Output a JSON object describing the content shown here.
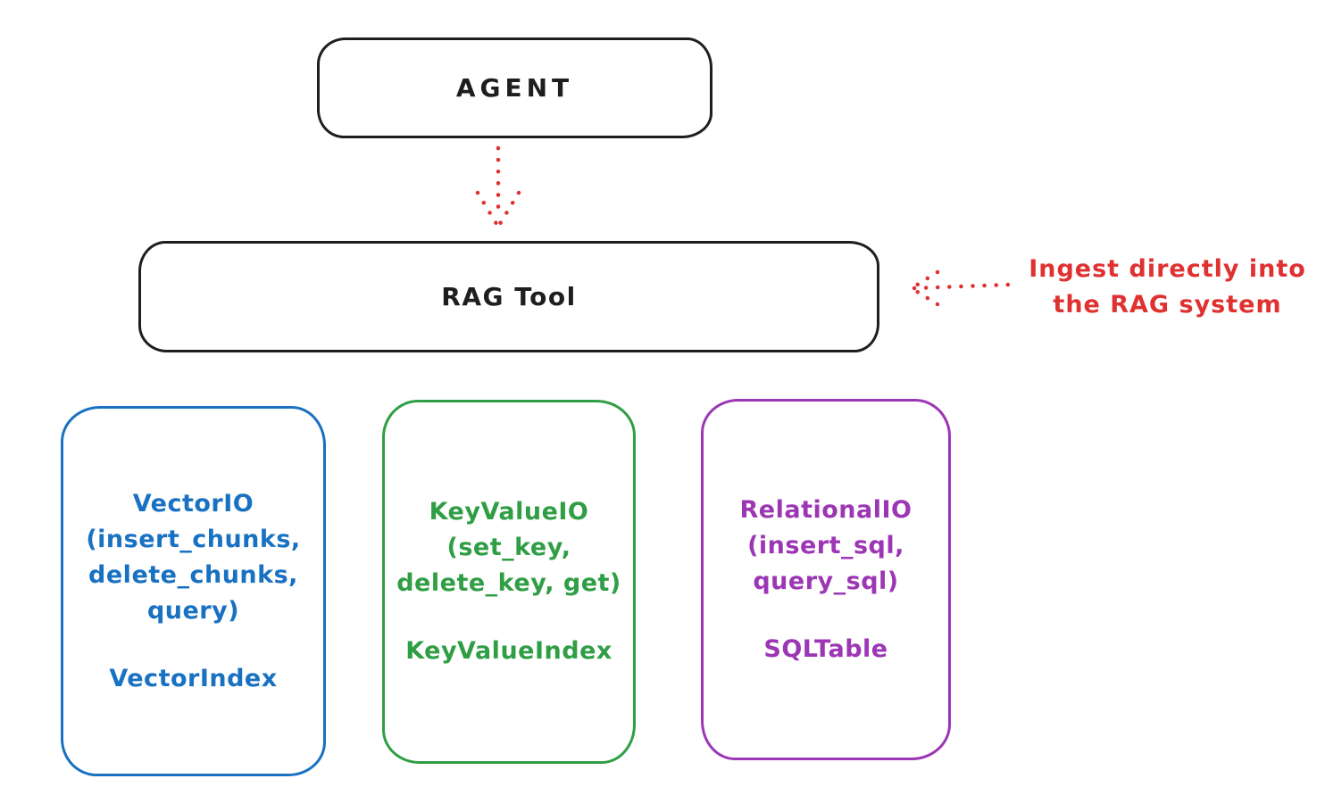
{
  "colors": {
    "stroke_black": "#1e1e1e",
    "accent_red": "#e03131",
    "vector_blue": "#1971c2",
    "keyvalue_green": "#2f9e44",
    "relational_purple": "#9c36b5",
    "background": "#ffffff"
  },
  "agent": {
    "label": "AGENT"
  },
  "rag_tool": {
    "label": "RAG Tool"
  },
  "annotation": {
    "line1": "Ingest directly into",
    "line2": "the RAG system"
  },
  "boxes": {
    "vector": {
      "title": "VectorIO",
      "args": [
        "(insert_chunks,",
        "delete_chunks,",
        "query)"
      ],
      "index": "VectorIndex"
    },
    "keyvalue": {
      "title": "KeyValueIO",
      "args": [
        "(set_key,",
        "delete_key, get)"
      ],
      "index": "KeyValueIndex"
    },
    "relational": {
      "title": "RelationalIO",
      "args": [
        "(insert_sql,",
        "query_sql)"
      ],
      "index": "SQLTable"
    }
  }
}
